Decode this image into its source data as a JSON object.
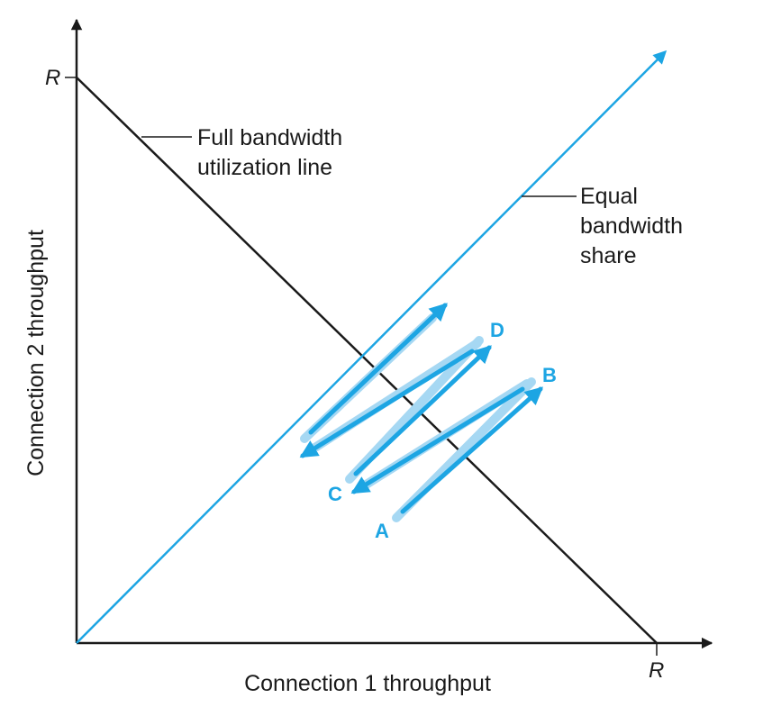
{
  "axes": {
    "x_label": "Connection 1 throughput",
    "y_label": "Connection 2 throughput",
    "x_max_label": "R",
    "y_max_label": "R"
  },
  "lines": {
    "full_bandwidth": {
      "label_line1": "Full bandwidth",
      "label_line2": "utilization line"
    },
    "equal_share": {
      "label_line1": "Equal",
      "label_line2": "bandwidth",
      "label_line3": "share"
    }
  },
  "points": {
    "a": "A",
    "b": "B",
    "c": "C",
    "d": "D"
  },
  "colors": {
    "black": "#1a1a1a",
    "blue": "#1da5e3",
    "light_blue": "#a6d8f3"
  }
}
